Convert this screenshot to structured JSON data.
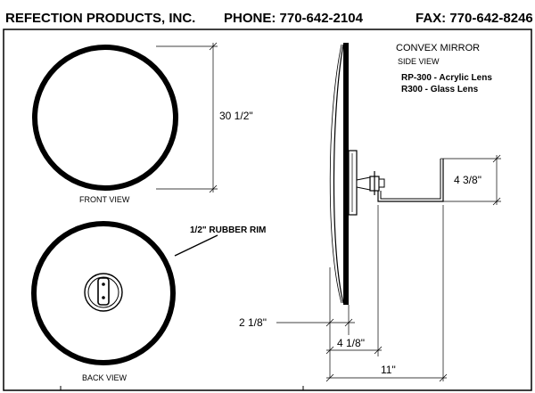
{
  "header": {
    "company": "REFECTION PRODUCTS, INC.",
    "phone": "PHONE: 770-642-2104",
    "fax": "FAX: 770-642-8246"
  },
  "views": {
    "front": "FRONT VIEW",
    "back": "BACK VIEW",
    "side_title": "CONVEX MIRROR",
    "side_subtitle": "SIDE VIEW"
  },
  "models": {
    "acrylic": "RP-300 - Acrylic Lens",
    "glass": "R300 - Glass Lens"
  },
  "callouts": {
    "rim": "1/2\" RUBBER RIM"
  },
  "dimensions": {
    "diameter": "30 1/2\"",
    "bracket_height": "4 3/8\"",
    "depth": "2 1/8\"",
    "depth_to_mount": "4 1/8\"",
    "projection": "11\""
  }
}
